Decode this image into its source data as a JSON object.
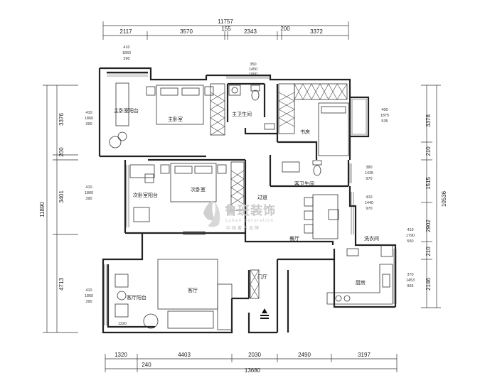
{
  "dimensions": {
    "top_total": "11757",
    "top": [
      "2117",
      "3570",
      "155",
      "2343",
      "200",
      "3372"
    ],
    "bottom": [
      "1320",
      "4403",
      "2030",
      "2490",
      "3197"
    ],
    "bottom_small": "240",
    "bottom_total": "13680",
    "left": [
      "3376",
      "200",
      "3401",
      "4713"
    ],
    "left_total": "11890",
    "right": [
      "3378",
      "210",
      "1515",
      "2902",
      "210",
      "2146"
    ],
    "right_total": "10536"
  },
  "windows": {
    "master_balcony": [
      "410",
      "1860",
      "390"
    ],
    "master_bath": [
      "350",
      "1450",
      "1000"
    ],
    "master_balcony_side": [
      "410",
      "1860",
      "390"
    ],
    "study": [
      "400",
      "1875",
      "535"
    ],
    "guest_bath": [
      "380",
      "1435",
      "970"
    ],
    "dining": [
      "410",
      "1440",
      "970"
    ],
    "second_balcony": [
      "410",
      "1860",
      "390"
    ],
    "laundry": [
      "410",
      "1790",
      "550"
    ],
    "kitchen": [
      "370",
      "1453",
      "965"
    ],
    "living_balcony": [
      "410",
      "1860",
      "390"
    ]
  },
  "rooms": {
    "master_balcony": "主卧室阳台",
    "master_bedroom": "主卧室",
    "master_bath": "主卫生间",
    "study": "书房",
    "second_balcony": "次卧室阳台",
    "second_bedroom": "次卧室",
    "guest_bath": "客卫生间",
    "corridor": "过道",
    "dining": "餐厅",
    "laundry": "洗衣间",
    "entrance": "门厅",
    "living_room": "客厅",
    "kitchen": "厨房",
    "living_balcony": "客厅阳台",
    "balcony_length": "1320"
  },
  "watermark": {
    "name": "鲁班装饰",
    "english": "Luban decoration",
    "slogan": "中国著名品牌"
  }
}
